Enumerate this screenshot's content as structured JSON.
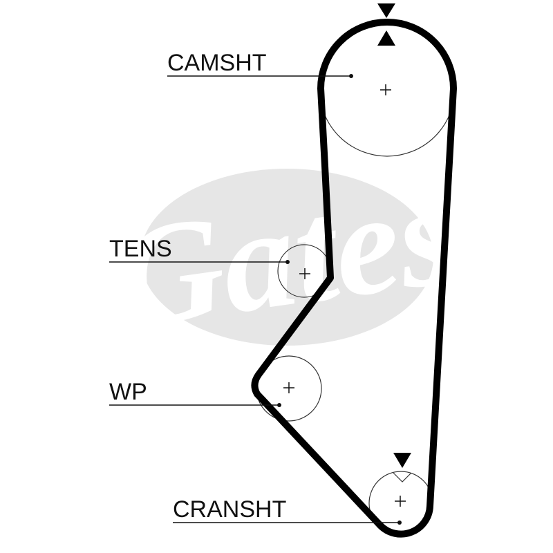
{
  "labels": {
    "camshaft": "CAMSHT",
    "tensioner": "TENS",
    "water_pump": "WP",
    "crankshaft": "CRANSHT"
  },
  "watermark": {
    "brand": "Gates"
  },
  "colors": {
    "belt": "#000000",
    "pulley_outline": "#333333",
    "watermark": "#e6e6e6",
    "text": "#111111",
    "background": "#ffffff"
  }
}
